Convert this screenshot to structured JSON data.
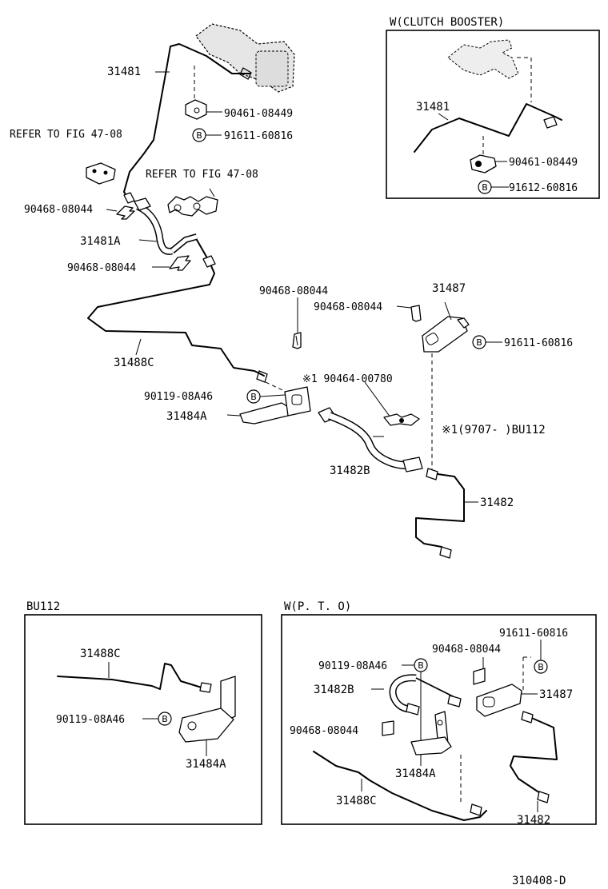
{
  "panels": {
    "main": {
      "labels": {
        "l_31481": "31481",
        "l_90461": "90461-08449",
        "l_91611a": "91611-60816",
        "l_refer1": "REFER TO FIG 47-08",
        "l_refer2": "REFER TO FIG 47-08",
        "l_90468a": "90468-08044",
        "l_31481a": "31481A",
        "l_90468b": "90468-08044",
        "l_90468c": "90468-08044",
        "l_90468d": "90468-08044",
        "l_31487": "31487",
        "l_91611b": "91611-60816",
        "l_31488c": "31488C",
        "l_note1": "※1 90464-00780",
        "l_90119": "90119-08A46",
        "l_31484a": "31484A",
        "l_note2": "※1(9707-      )BU112",
        "l_31482b": "31482B",
        "l_31482": "31482"
      }
    },
    "clutch_booster": {
      "title": "W(CLUTCH BOOSTER)",
      "labels": {
        "l_31481": "31481",
        "l_90461": "90461-08449",
        "l_91612": "91612-60816"
      }
    },
    "bu112": {
      "title": "BU112",
      "labels": {
        "l_31488c": "31488C",
        "l_90119": "90119-08A46",
        "l_31484a": "31484A"
      }
    },
    "pto": {
      "title": "W(P. T. O)",
      "labels": {
        "l_91611": "91611-60816",
        "l_90468a": "90468-08044",
        "l_90119": "90119-08A46",
        "l_31482b": "31482B",
        "l_31487": "31487",
        "l_90468b": "90468-08044",
        "l_31484a": "31484A",
        "l_31488c": "31488C",
        "l_31482": "31482"
      }
    }
  },
  "circle_marker": "B",
  "figure_code": "310408-D"
}
